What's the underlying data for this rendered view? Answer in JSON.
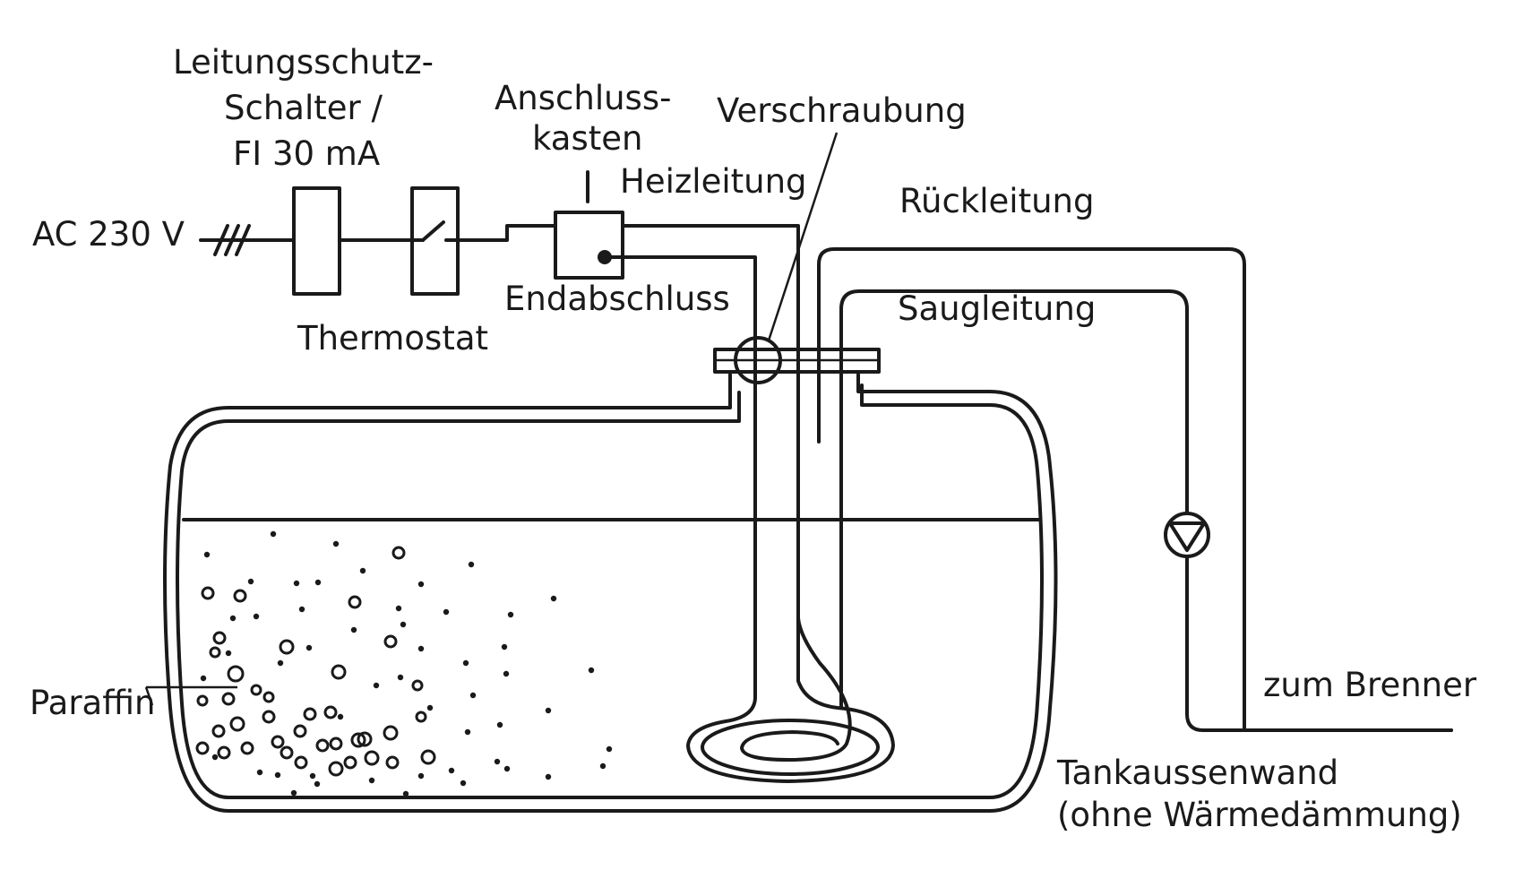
{
  "labels": {
    "supply": "AC 230 V",
    "breaker_line1": "Leitungsschutz-",
    "breaker_line2": "Schalter /",
    "breaker_line3": "FI 30 mA",
    "junction_line1": "Anschluss-",
    "junction_line2": "kasten",
    "fitting": "Verschraubung",
    "heating_cable": "Heizleitung",
    "return_line": "Rückleitung",
    "end_termination": "Endabschluss",
    "suction_line": "Saugleitung",
    "thermostat": "Thermostat",
    "paraffin": "Paraffin",
    "to_burner": "zum Brenner",
    "tank_wall_line1": "Tankaussenwand",
    "tank_wall_line2": "(ohne Wärmedämmung)"
  },
  "colors": {
    "line": "#1a1a1a",
    "background": "#ffffff"
  },
  "icons": {
    "pump": "pump-triangle-icon",
    "switch": "open-switch-icon",
    "breaker": "breaker-box-icon"
  }
}
